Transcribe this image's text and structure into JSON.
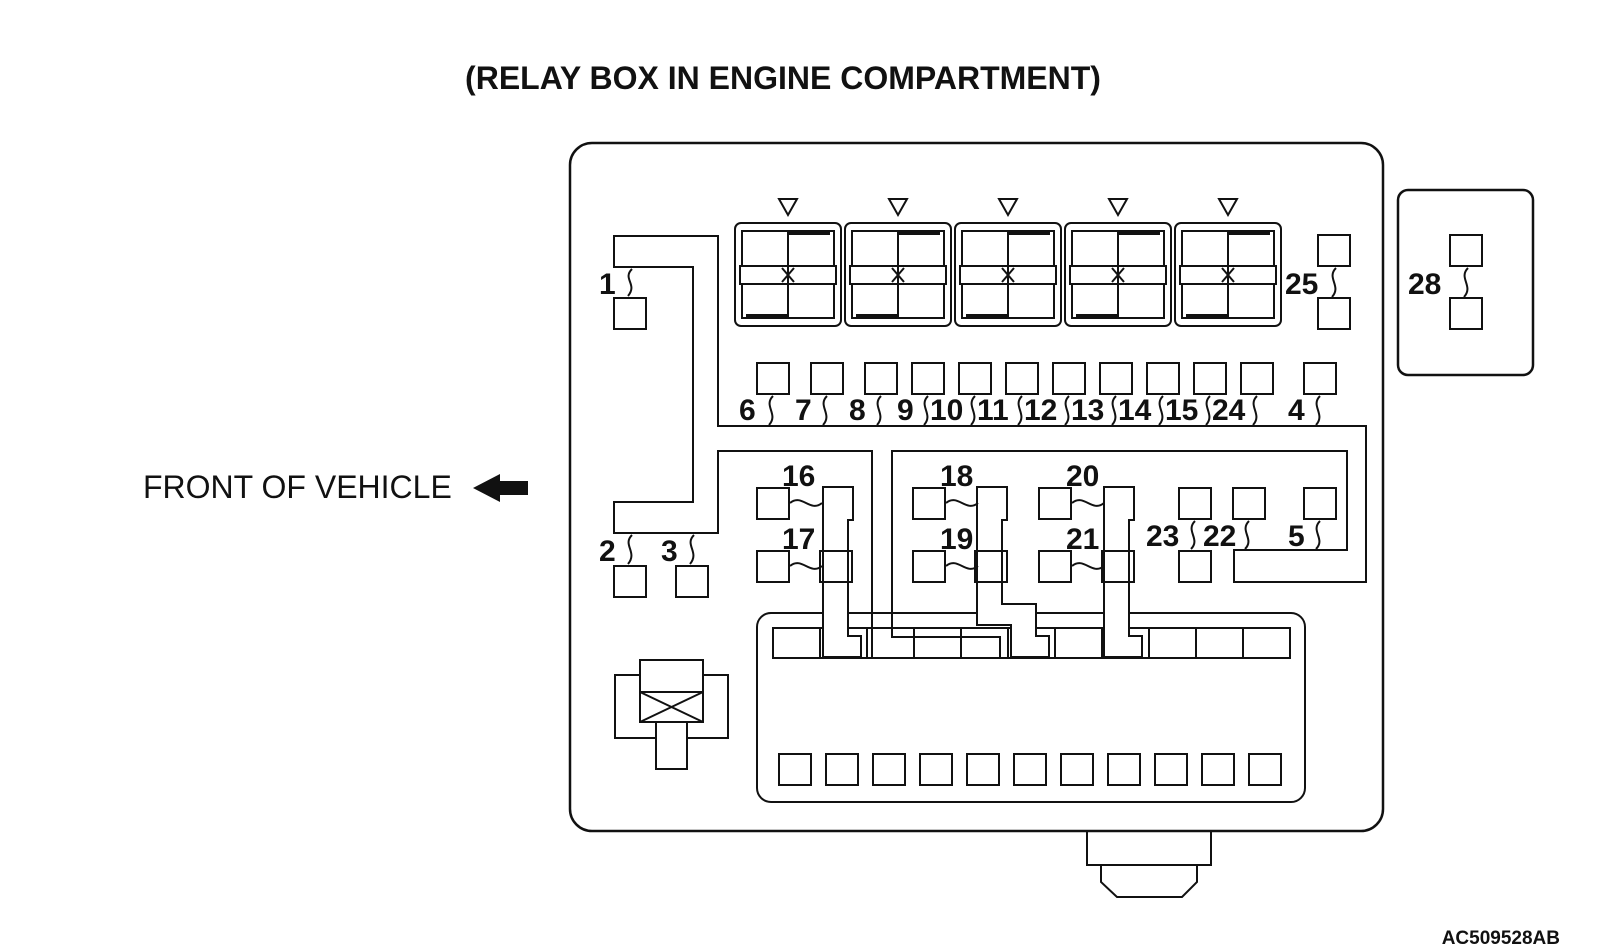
{
  "title": "(RELAY BOX IN ENGINE COMPARTMENT)",
  "front_label": "FRONT OF VEHICLE",
  "figure_code": "AC509528AB",
  "items": {
    "i1": "1",
    "i2": "2",
    "i3": "3",
    "i4": "4",
    "i5": "5",
    "i6": "6",
    "i7": "7",
    "i8": "8",
    "i9": "9",
    "i10": "10",
    "i11": "11",
    "i12": "12",
    "i13": "13",
    "i14": "14",
    "i15": "15",
    "i16": "16",
    "i17": "17",
    "i18": "18",
    "i19": "19",
    "i20": "20",
    "i21": "21",
    "i22": "22",
    "i23": "23",
    "i24": "24",
    "i25": "25",
    "i28": "28"
  }
}
